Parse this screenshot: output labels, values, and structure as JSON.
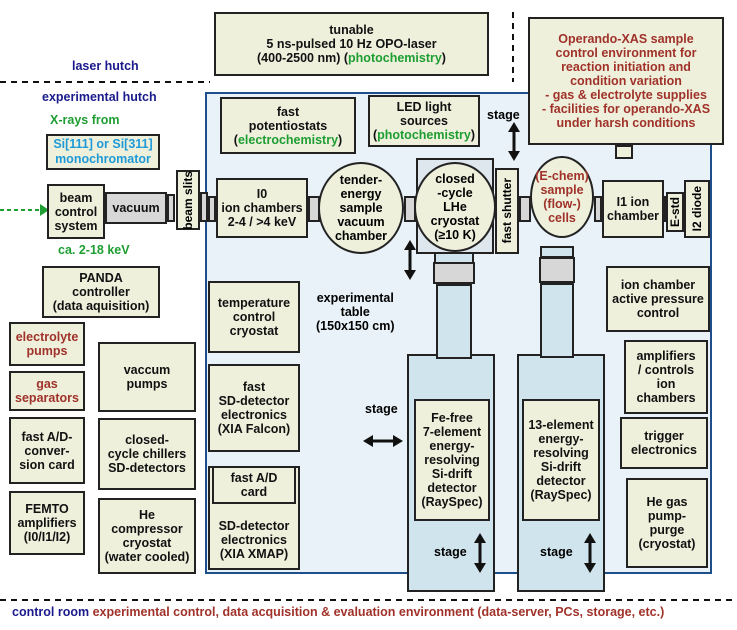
{
  "laser": {
    "line1": "tunable",
    "line2": "5 ns-pulsed 10 Hz OPO-laser",
    "line3": "(400-2500 nm) (",
    "photochem": "photochemistry",
    ")": ")"
  },
  "operando": {
    "text": "Operando-XAS sample\ncontrol environment for\nreaction initiation and\ncondition variation\n- gas & electrolyte supplies\n- facilities for operando-XAS\nunder harsh conditions"
  },
  "zones": {
    "laser_hutch": "laser hutch",
    "experimental_hutch": "experimental hutch",
    "control_room": "control room",
    "control_room_desc": "experimental control, data acquisition & evaluation environment (data-server, PCs, storage, etc.)"
  },
  "xrays": {
    "line1": "X-rays from",
    "mono": "Si[111] or Si[311]\nmonochromator",
    "energy": "ca. 2-18 keV"
  },
  "beam": {
    "beam_control": "beam\ncontrol\nsystem",
    "vacuum": "vacuum",
    "slits": "beam slits"
  },
  "i0": {
    "text": "I0\nion chambers\n2-4 / >4 keV"
  },
  "tender": {
    "text": "tender-\nenergy\nsample\nvacuum\nchamber"
  },
  "cryostat_lhe": {
    "text": "closed\n-cycle\nLHe\ncryostat\n(≥10 K)"
  },
  "fast_shutter": "fast shutter",
  "cells": {
    "text": "(E-chem)\nsample\n(flow-)\ncells"
  },
  "i1": {
    "text": "I1 ion\nchamber"
  },
  "estd": "E-std",
  "i2": "I2 diode",
  "potentiostats": {
    "text": "fast\npotentiostats\n(",
    "sub": "electrochemistry",
    ")": ")"
  },
  "led": {
    "text": "LED light\nsources\n(",
    "sub": "photochemistry",
    ")": ")"
  },
  "stage": "stage",
  "panda": "PANDA\ncontroller\n(data aquisition)",
  "electrolyte": "electrolyte\npumps",
  "gas_sep": "gas\nseparators",
  "fast_ad": "fast A/D-\nconver-\nsion card",
  "femto": "FEMTO\namplifiers\n(I0/I1/I2)",
  "vac_pumps": "vaccum\npumps",
  "chillers": "closed-\ncycle chillers\nSD-detectors",
  "he_comp": "He\ncompressor\ncryostat\n(water cooled)",
  "temp_ctrl": "temperature\ncontrol\ncryostat",
  "sd_falcon": "fast\nSD-detector\nelectronics\n(XIA Falcon)",
  "fast_ad_card": "fast A/D\ncard",
  "sd_xmap": "SD-detector\nelectronics\n(XIA XMAP)",
  "exp_table": "experimental\ntable\n(150x150 cm)",
  "det7": "Fe-free\n7-element\nenergy-\nresolving\nSi-drift\ndetector\n(RaySpec)",
  "det13": "13-element\nenergy-\nresolving\nSi-drift\ndetector\n(RaySpec)",
  "ion_pressure": "ion chamber\nactive pressure\ncontrol",
  "amplifiers": "amplifiers\n/ controls\nion\nchambers",
  "trigger": "trigger\nelectronics",
  "he_gas": "He gas\npump-\npurge\n(cryostat)",
  "colors": {
    "red": "#a0322a",
    "green": "#1e9e32",
    "navy": "#1a1a8c",
    "teal": "#1f9ad6",
    "box_fill": "#eef0dc",
    "table_fill": "#e8f2f8",
    "table_border": "#1f4f8a"
  }
}
